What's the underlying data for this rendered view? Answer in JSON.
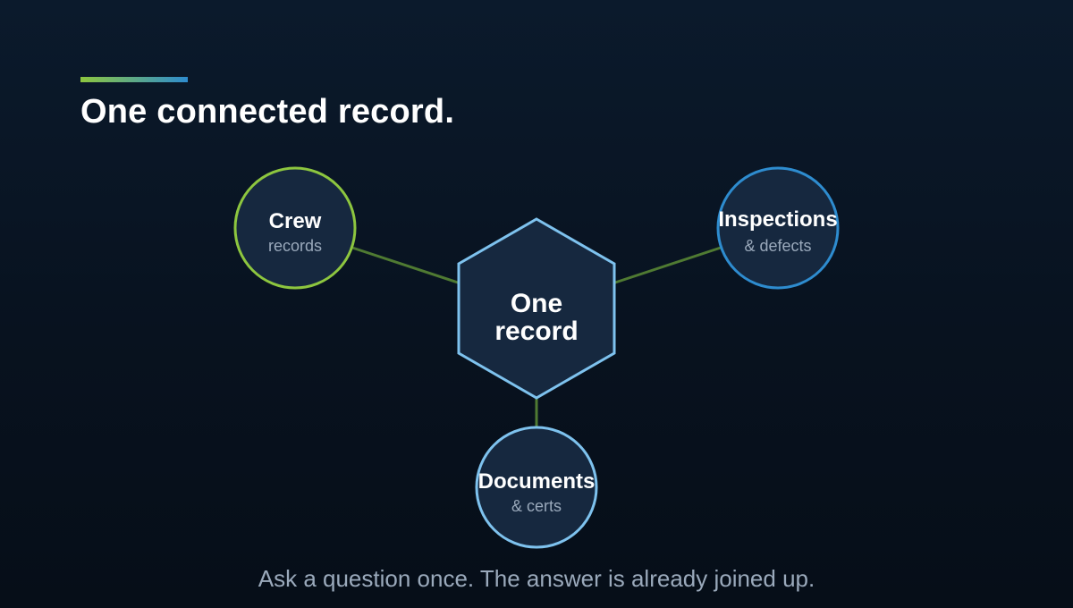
{
  "slide": {
    "title": "One connected record.",
    "footer": "Ask a question once. The answer is already joined up."
  },
  "diagram": {
    "center": {
      "line1": "One",
      "line2": "record"
    },
    "nodes": {
      "crew": {
        "title": "Crew",
        "subtitle": "records"
      },
      "inspections": {
        "title": "Inspections",
        "subtitle": "& defects"
      },
      "documents": {
        "title": "Documents",
        "subtitle": "& certs"
      }
    }
  },
  "colors": {
    "accent_green": "#8dc63f",
    "accent_blue": "#2e8ccf",
    "light_blue": "#7ec2ee",
    "node_fill": "#16283f",
    "connector": "#4f7a32"
  }
}
